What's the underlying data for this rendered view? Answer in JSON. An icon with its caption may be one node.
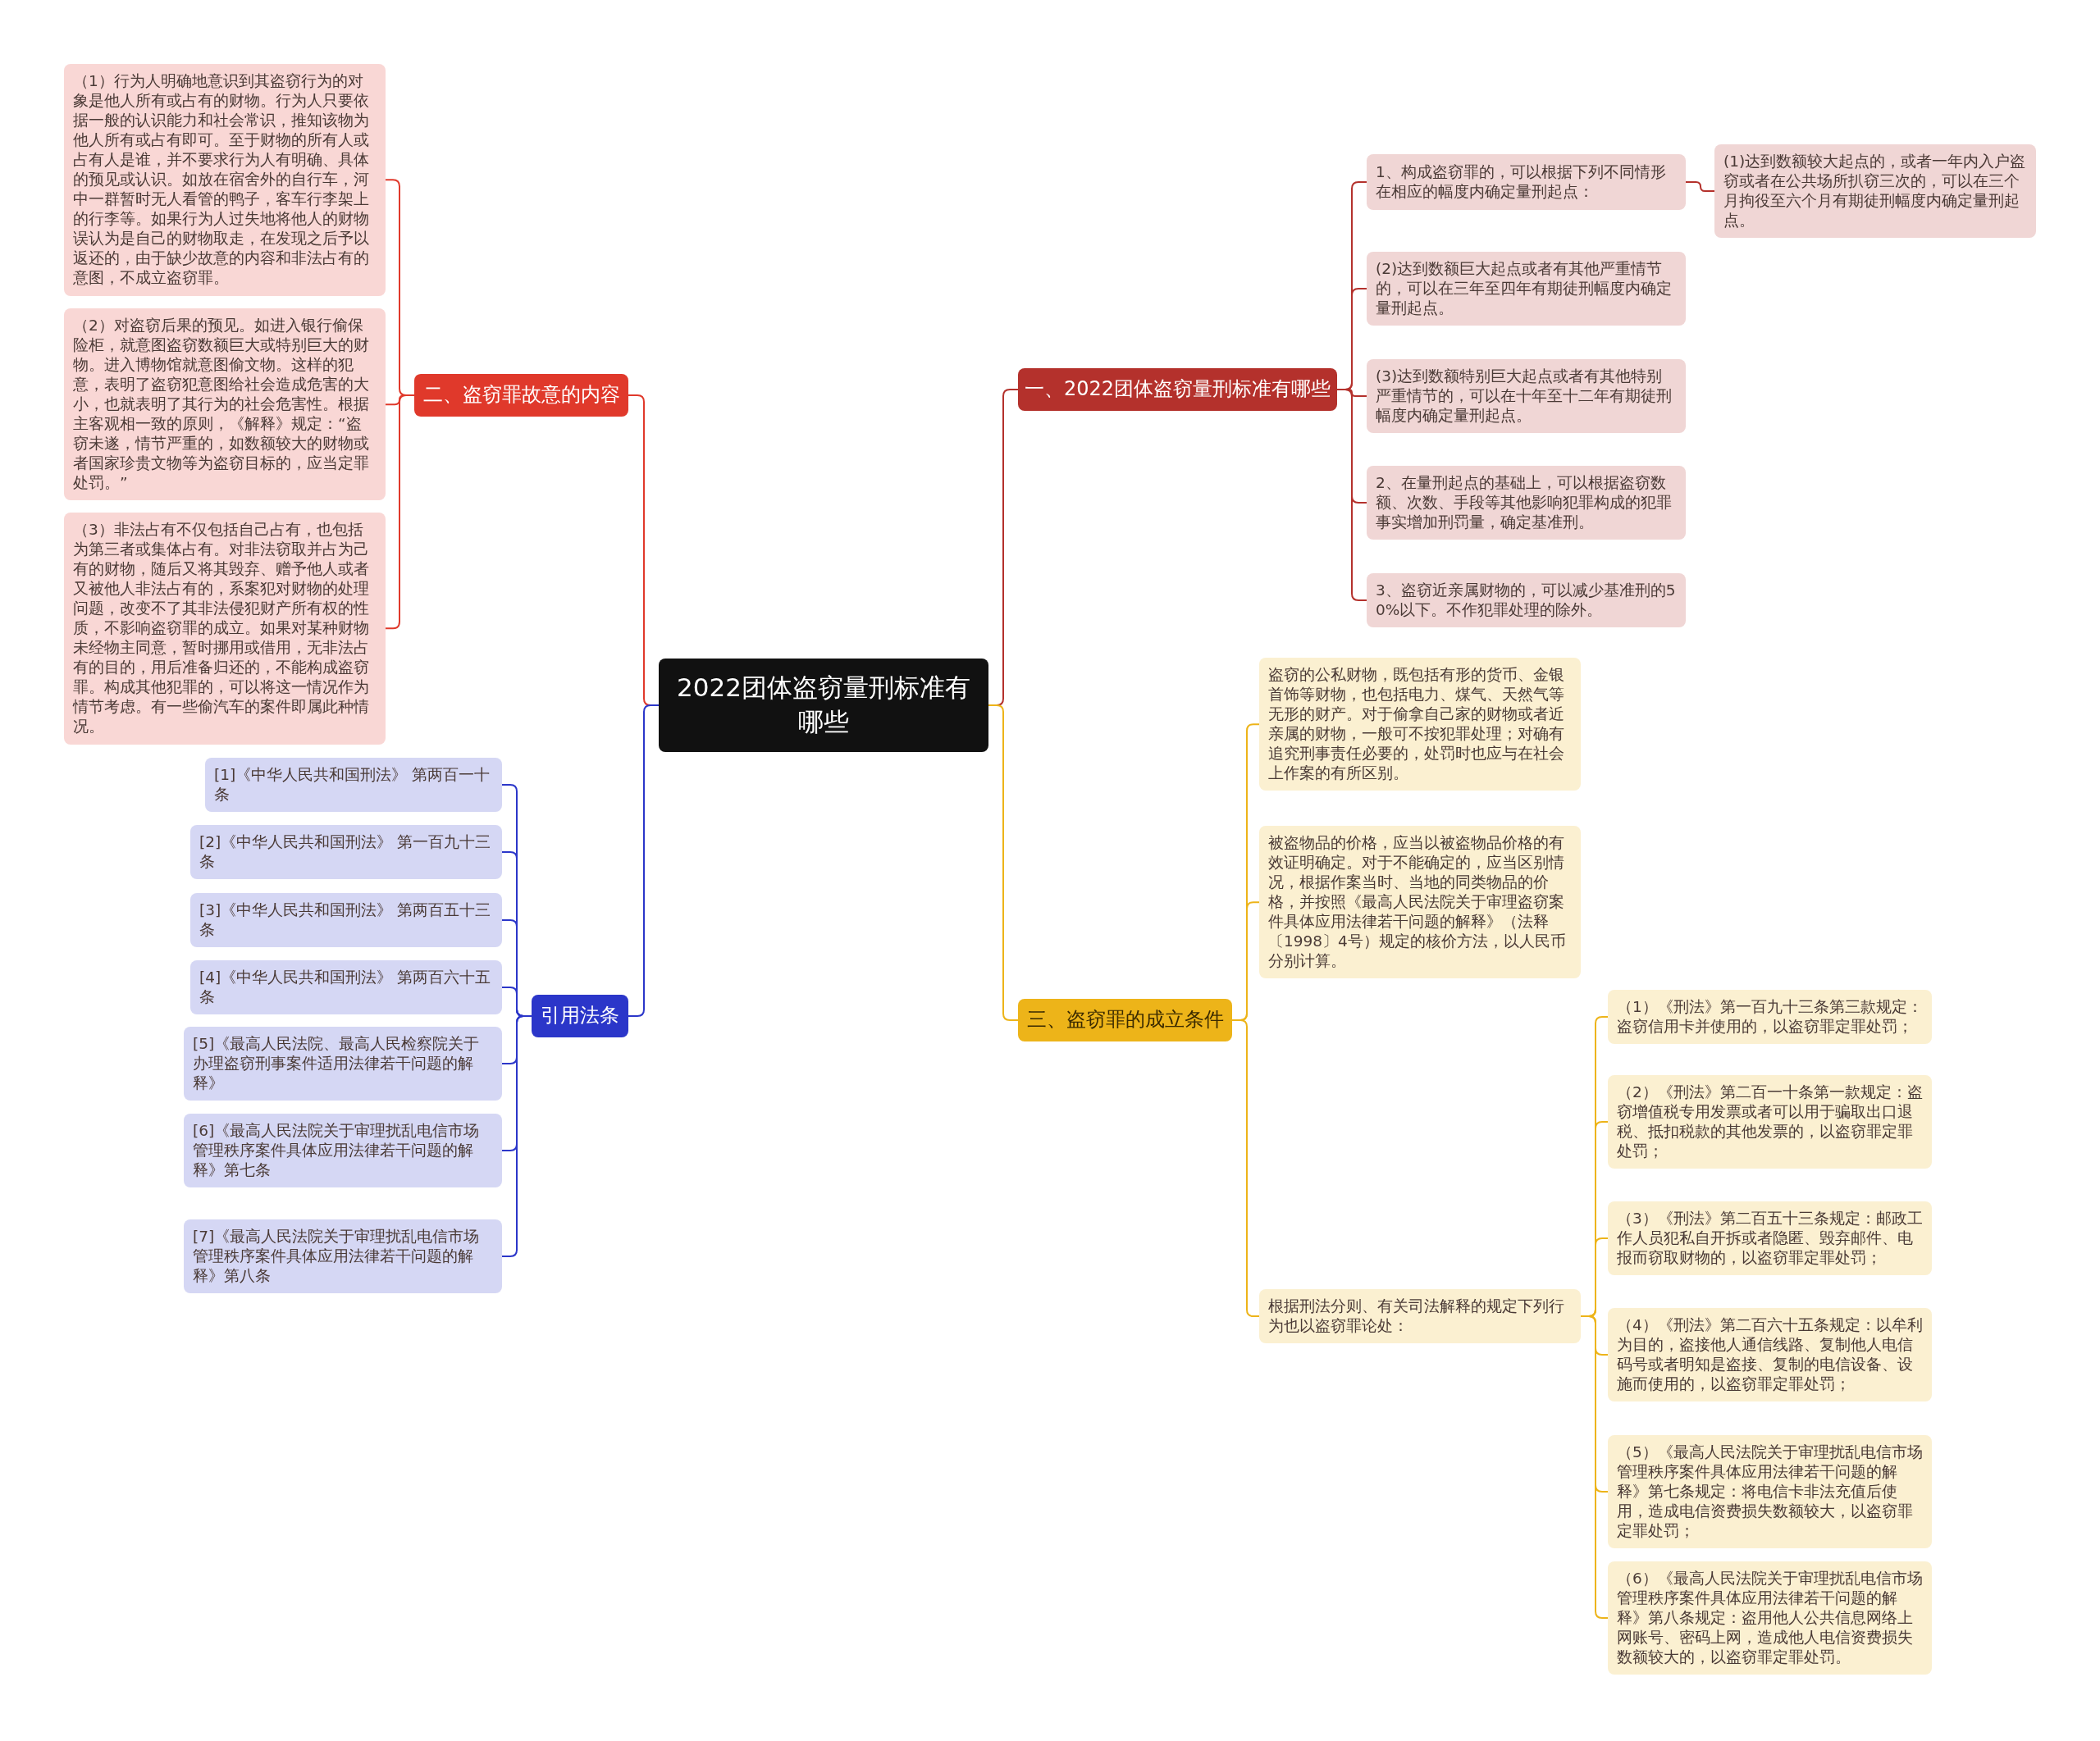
{
  "diagram": {
    "nodes": [
      {
        "text": [
          "2022团体盗窃量刑标准有哪些"
        ]
      },
      {
        "text": [
          "一、2022团体盗窃量刑标准有哪些"
        ]
      },
      {
        "text": [
          "1、构成盗窃罪的，可以根据下列不同情形在相应的幅度内确定量刑起点："
        ]
      },
      {
        "text": [
          "(1)达到数额较大起点的，或者一年内入户盗窃或者在公共场所扒窃三次的，可以在三个月拘役至六个月有期徒刑幅度内确定量刑起点。"
        ]
      },
      {
        "text": [
          "(2)达到数额巨大起点或者有其他严重情节的，可以在三年至四年有期徒刑幅度内确定量刑起点。"
        ]
      },
      {
        "text": [
          "(3)达到数额特别巨大起点或者有其他特别严重情节的，可以在十年至十二年有期徒刑幅度内确定量刑起点。"
        ]
      },
      {
        "text": [
          "2、在量刑起点的基础上，可以根据盗窃数额、次数、手段等其他影响犯罪构成的犯罪事实增加刑罚量，确定基准刑。"
        ]
      },
      {
        "text": [
          "3、盗窃近亲属财物的，可以减少基准刑的50%以下。不作犯罪处理的除外。"
        ]
      },
      {
        "text": [
          "二、盗窃罪故意的内容"
        ]
      },
      {
        "text": [
          "（1）行为人明确地意识到其盗窃行为的对象是他人所有或占有的财物。行为人只要依据一般的认识能力和社会常识，推知该物为他人所有或占有即可。至于财物的所有人或占有人是谁，并不要求行为人有明确、具体的预见或认识。如放在宿舍外的自行车，河中一群暂时无人看管的鸭子，客车行李架上的行李等。如果行为人过失地将他人的财物误认为是自己的财物取走，在发现之后予以返还的，由于缺少故意的内容和非法占有的意图，不成立盗窃罪。"
        ]
      },
      {
        "text": [
          "（2）对盗窃后果的预见。如进入银行偷保险柜，就意图盗窃数额巨大或特别巨大的财物。进入博物馆就意图偷文物。这样的犯意，表明了盗窃犯意图给社会造成危害的大小，也就表明了其行为的社会危害性。根据主客观相一致的原则，《解释》规定：“盗窃未遂，情节严重的，如数额较大的财物或者国家珍贵文物等为盗窃目标的，应当定罪处罚。”"
        ]
      },
      {
        "text": [
          "（3）非法占有不仅包括自己占有，也包括为第三者或集体占有。对非法窃取并占为己有的财物，随后又将其毁弃、赠予他人或者又被他人非法占有的，系案犯对财物的处理问题，改变不了其非法侵犯财产所有权的性质，不影响盗窃罪的成立。如果对某种财物未经物主同意，暂时挪用或借用，无非法占有的目的，用后准备归还的，不能构成盗窃罪。构成其他犯罪的，可以将这一情况作为情节考虑。有一些偷汽车的案件即属此种情况。"
        ]
      },
      {
        "text": [
          "三、盗窃罪的成立条件"
        ]
      },
      {
        "text": [
          "盗窃的公私财物，既包括有形的货币、金银首饰等财物，也包括电力、煤气、天然气等无形的财产。对于偷拿自己家的财物或者近亲属的财物，一般可不按犯罪处理；对确有追究刑事责任必要的，处罚时也应与在社会上作案的有所区别。"
        ]
      },
      {
        "text": [
          "被盗物品的价格，应当以被盗物品价格的有效证明确定。对于不能确定的，应当区别情况，根据作案当时、当地的同类物品的价格，并按照《最高人民法院关于审理盗窃案件具体应用法律若干问题的解释》（法释〔1998〕4号）规定的核价方法，以人民币分别计算。"
        ]
      },
      {
        "text": [
          "根据刑法分则、有关司法解释的规定下列行为也以盗窃罪论处："
        ]
      },
      {
        "text": [
          "（1）《刑法》第一百九十三条第三款规定：盗窃信用卡并使用的，以盗窃罪定罪处罚；"
        ]
      },
      {
        "text": [
          "（2）《刑法》第二百一十条第一款规定：盗窃增值税专用发票或者可以用于骗取出口退税、抵扣税款的其他发票的，以盗窃罪定罪处罚；"
        ]
      },
      {
        "text": [
          "（3）《刑法》第二百五十三条规定：邮政工作人员犯私自开拆或者隐匿、毁弃邮件、电报而窃取财物的，以盗窃罪定罪处罚；"
        ]
      },
      {
        "text": [
          "（4）《刑法》第二百六十五条规定：以牟利为目的，盗接他人通信线路、复制他人电信码号或者明知是盗接、复制的电信设备、设施而使用的，以盗窃罪定罪处罚；"
        ]
      },
      {
        "text": [
          "（5）《最高人民法院关于审理扰乱电信市场管理秩序案件具体应用法律若干问题的解释》第七条规定：将电信卡非法充值后使用，造成电信资费损失数额较大，以盗窃罪定罪处罚；"
        ]
      },
      {
        "text": [
          "（6）《最高人民法院关于审理扰乱电信市场管理秩序案件具体应用法律若干问题的解释》第八条规定：盗用他人公共信息网络上网账号、密码上网，造成他人电信资费损失数额较大的，以盗窃罪定罪处罚。"
        ]
      },
      {
        "text": [
          "引用法条"
        ]
      },
      {
        "text": [
          "[1]《中华人民共和国刑法》 第两百一十条"
        ]
      },
      {
        "text": [
          "[2]《中华人民共和国刑法》 第一百九十三条"
        ]
      },
      {
        "text": [
          "[3]《中华人民共和国刑法》 第两百五十三条"
        ]
      },
      {
        "text": [
          "[4]《中华人民共和国刑法》 第两百六十五条"
        ]
      },
      {
        "text": [
          "[5]《最高人民法院、最高人民检察院关于办理盗窃刑事案件适用法律若干问题的解释》"
        ]
      },
      {
        "text": [
          "[6]《最高人民法院关于审理扰乱电信市场管理秩序案件具体应用法律若干问题的解释》第七条"
        ]
      },
      {
        "text": [
          "[7]《最高人民法院关于审理扰乱电信市场管理秩序案件具体应用法律若干问题的解释》第八条"
        ]
      }
    ],
    "edges": [
      {
        "from": 0,
        "to": 1,
        "arrow": "none",
        "color": "#b4312c"
      },
      {
        "from": 1,
        "to": 2,
        "arrow": "none",
        "color": "#b4312c"
      },
      {
        "from": 2,
        "to": 3,
        "arrow": "none",
        "color": "#b4312c"
      },
      {
        "from": 1,
        "to": 4,
        "arrow": "none",
        "color": "#b4312c"
      },
      {
        "from": 1,
        "to": 5,
        "arrow": "none",
        "color": "#b4312c"
      },
      {
        "from": 1,
        "to": 6,
        "arrow": "none",
        "color": "#b4312c"
      },
      {
        "from": 1,
        "to": 7,
        "arrow": "none",
        "color": "#b4312c"
      },
      {
        "from": 0,
        "to": 8,
        "arrow": "none",
        "color": "#e0392b"
      },
      {
        "from": 8,
        "to": 9,
        "arrow": "none",
        "color": "#e0392b"
      },
      {
        "from": 8,
        "to": 10,
        "arrow": "none",
        "color": "#e0392b"
      },
      {
        "from": 8,
        "to": 11,
        "arrow": "none",
        "color": "#e0392b"
      },
      {
        "from": 0,
        "to": 12,
        "arrow": "none",
        "color": "#edb419"
      },
      {
        "from": 12,
        "to": 13,
        "arrow": "none",
        "color": "#edb419"
      },
      {
        "from": 12,
        "to": 14,
        "arrow": "none",
        "color": "#edb419"
      },
      {
        "from": 12,
        "to": 15,
        "arrow": "none",
        "color": "#edb419"
      },
      {
        "from": 15,
        "to": 16,
        "arrow": "none",
        "color": "#edb419"
      },
      {
        "from": 15,
        "to": 17,
        "arrow": "none",
        "color": "#edb419"
      },
      {
        "from": 15,
        "to": 18,
        "arrow": "none",
        "color": "#edb419"
      },
      {
        "from": 15,
        "to": 19,
        "arrow": "none",
        "color": "#edb419"
      },
      {
        "from": 15,
        "to": 20,
        "arrow": "none",
        "color": "#edb419"
      },
      {
        "from": 15,
        "to": 21,
        "arrow": "none",
        "color": "#edb419"
      },
      {
        "from": 0,
        "to": 22,
        "arrow": "none",
        "color": "#2b36c9"
      },
      {
        "from": 22,
        "to": 23,
        "arrow": "none",
        "color": "#2b36c9"
      },
      {
        "from": 22,
        "to": 24,
        "arrow": "none",
        "color": "#2b36c9"
      },
      {
        "from": 22,
        "to": 25,
        "arrow": "none",
        "color": "#2b36c9"
      },
      {
        "from": 22,
        "to": 26,
        "arrow": "none",
        "color": "#2b36c9"
      },
      {
        "from": 22,
        "to": 27,
        "arrow": "none",
        "color": "#2b36c9"
      },
      {
        "from": 22,
        "to": 28,
        "arrow": "none",
        "color": "#2b36c9"
      },
      {
        "from": 22,
        "to": 29,
        "arrow": "none",
        "color": "#2b36c9"
      }
    ]
  }
}
